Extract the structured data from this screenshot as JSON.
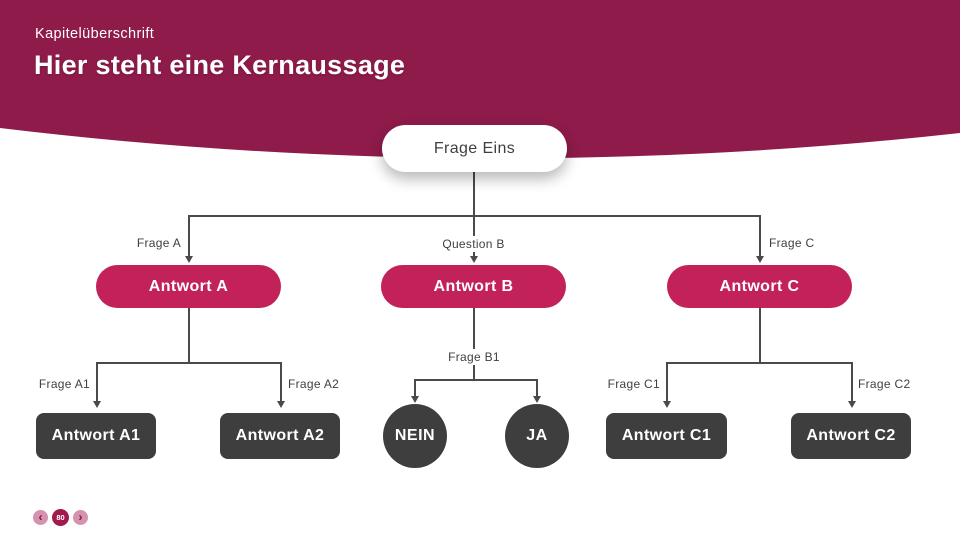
{
  "slide": {
    "kicker": "Kapitelüberschrift",
    "title": "Hier steht eine Kernaussage"
  },
  "tree": {
    "root": "Frage Eins",
    "edges": {
      "a": "Frage A",
      "b": "Question B",
      "c": "Frage C",
      "a1": "Frage A1",
      "a2": "Frage A2",
      "b1": "Frage B1",
      "c1": "Frage C1",
      "c2": "Frage C2"
    },
    "nodes": {
      "a": "Antwort A",
      "b": "Antwort B",
      "c": "Antwort C",
      "a1": "Antwort A1",
      "a2": "Antwort A2",
      "nein": "NEIN",
      "ja": "JA",
      "c1": "Antwort C1",
      "c2": "Antwort C2"
    }
  },
  "nav": {
    "prev": "‹",
    "page": "80",
    "next": "›"
  },
  "colors": {
    "banner": "#8E1B4A",
    "answer_pill": "#C22159",
    "dark_node": "#3E3E3E",
    "line": "#4a4a4a",
    "nav_light": "#D492AF",
    "nav_dark": "#A01A4E"
  }
}
